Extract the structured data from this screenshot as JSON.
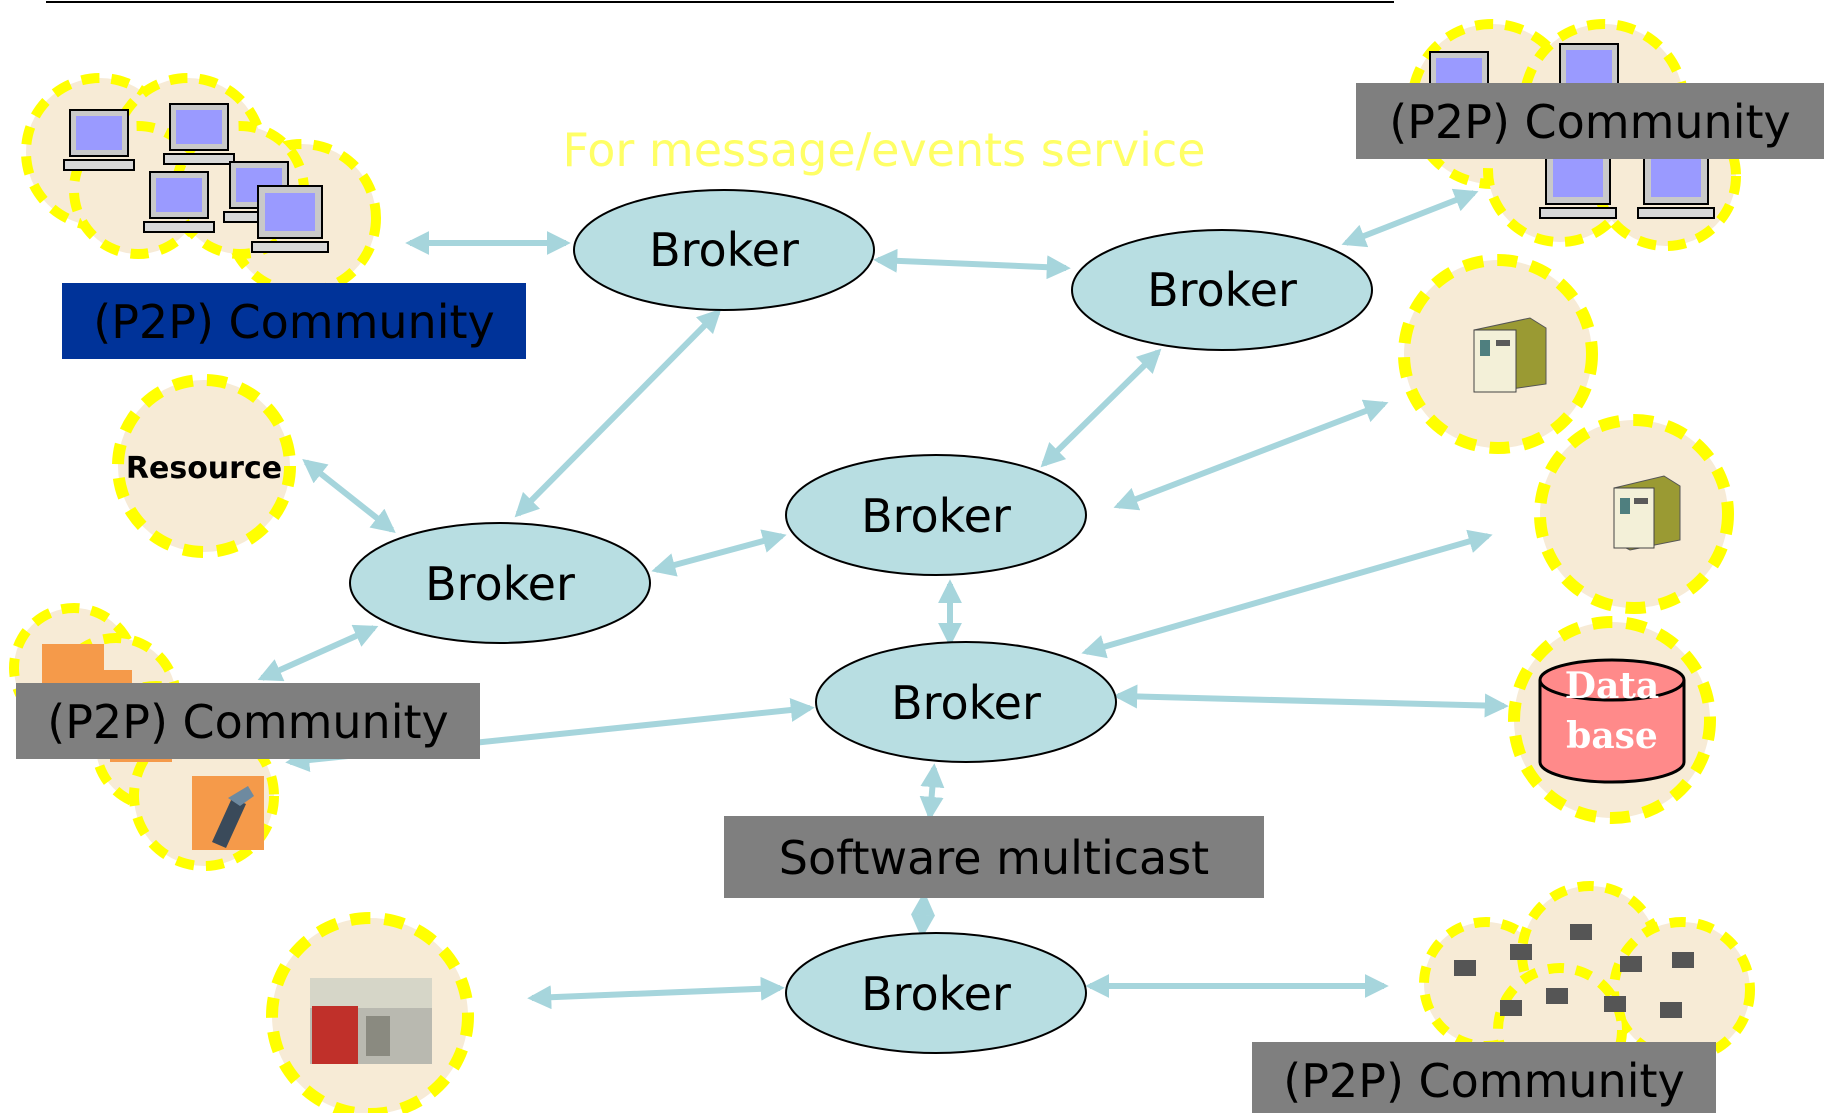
{
  "header_note": "For message/events service",
  "brokers": [
    {
      "id": "broker-top-left",
      "label": "Broker"
    },
    {
      "id": "broker-top-right",
      "label": "Broker"
    },
    {
      "id": "broker-center",
      "label": "Broker"
    },
    {
      "id": "broker-left",
      "label": "Broker"
    },
    {
      "id": "broker-middle",
      "label": "Broker"
    },
    {
      "id": "broker-bottom",
      "label": "Broker"
    }
  ],
  "community_labels": {
    "top_left": "(P2P) Community",
    "top_right": "(P2P) Community",
    "mid_left": "(P2P) Community",
    "bottom_right": "(P2P) Community"
  },
  "resource_label": "Resource",
  "multicast_label": "Software multicast",
  "database_label": {
    "line1": "Data",
    "line2": "base"
  },
  "colors": {
    "broker_fill": "#b8dee2",
    "arrow": "#a6d5dc",
    "halo_fill": "#f7ebd6",
    "halo_dash": "#ffff00",
    "community_blue": "#003399",
    "community_gray": "#7f7f7f",
    "note_yellow": "#ffff66",
    "db_fill": "#ff8a8a"
  }
}
